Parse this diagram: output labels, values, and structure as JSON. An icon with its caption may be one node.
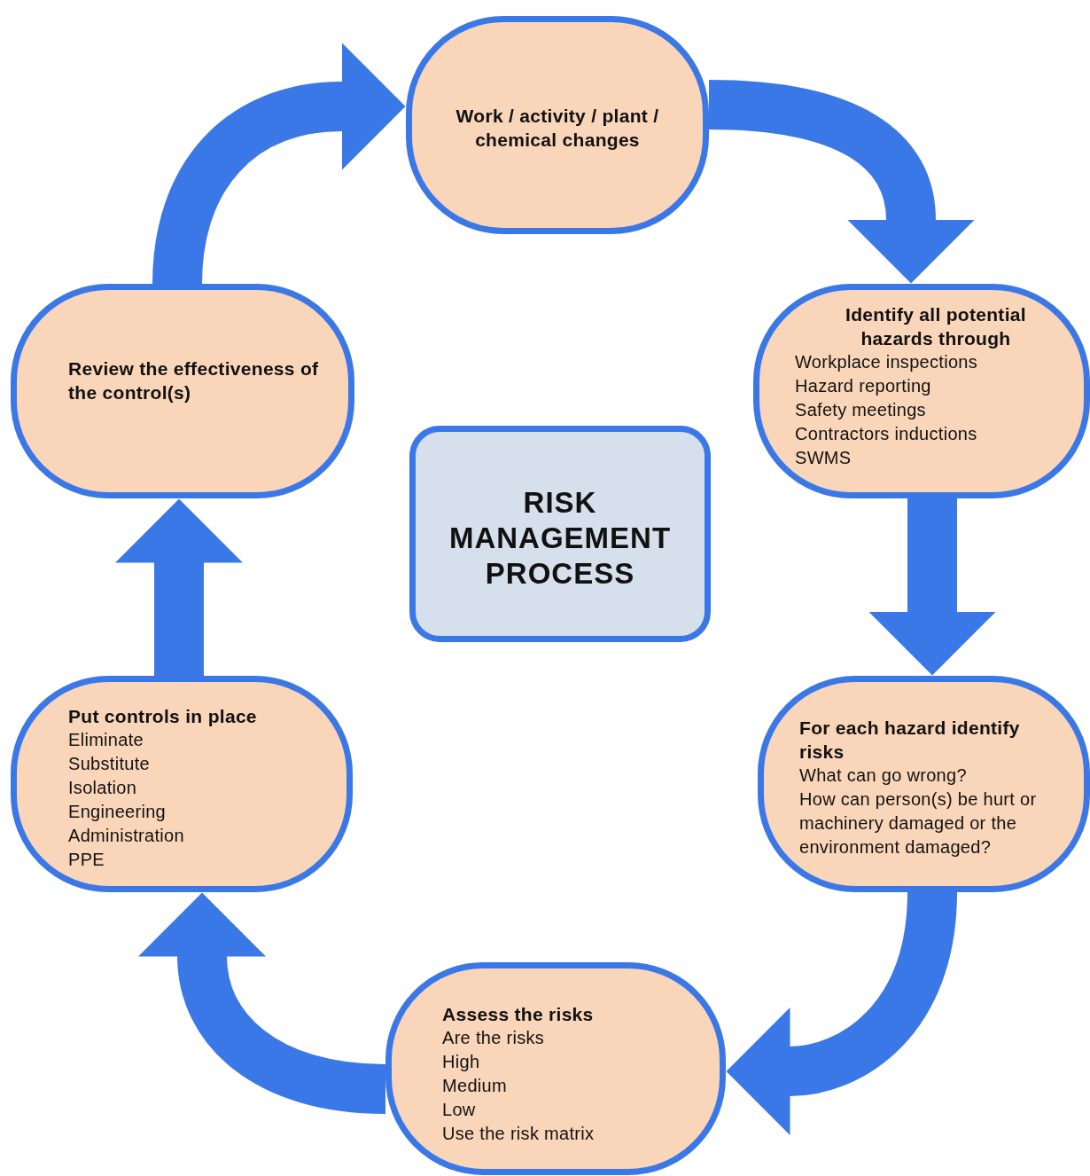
{
  "diagram": {
    "nodes": [
      {
        "text": [
          "Work / activity / plant / chemical changes"
        ]
      },
      {
        "text": [
          "Identify all potential hazards through",
          "Workplace inspections",
          "Hazard reporting",
          "Safety meetings",
          "Contractors inductions",
          "SWMS"
        ]
      },
      {
        "text": [
          "For each hazard identify risks",
          "What can go wrong?",
          "How can person(s) be hurt or machinery damaged or the environment damaged?"
        ]
      },
      {
        "text": [
          "Assess the risks",
          "Are the risks",
          "High",
          "Medium",
          "Low",
          "Use the risk matrix"
        ]
      },
      {
        "text": [
          "Put controls in place",
          "Eliminate",
          "Substitute",
          "Isolation",
          "Engineering",
          "Administration",
          "PPE"
        ]
      },
      {
        "text": [
          "Review the effectiveness of the control(s)"
        ]
      },
      {
        "text": [
          "RISK MANAGEMENT PROCESS"
        ]
      }
    ],
    "edges": [
      {
        "from": 0,
        "to": 1,
        "arrow": "to"
      },
      {
        "from": 1,
        "to": 2,
        "arrow": "to"
      },
      {
        "from": 2,
        "to": 3,
        "arrow": "to"
      },
      {
        "from": 3,
        "to": 4,
        "arrow": "to"
      },
      {
        "from": 4,
        "to": 5,
        "arrow": "to"
      },
      {
        "from": 5,
        "to": 0,
        "arrow": "to"
      }
    ]
  }
}
